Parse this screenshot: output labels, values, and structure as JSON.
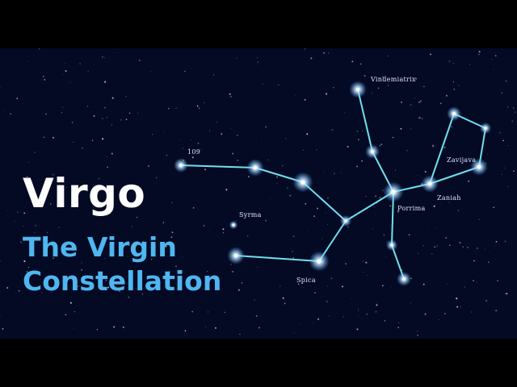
{
  "title": "Virgo",
  "subtitle_line1": "The Virgin",
  "subtitle_line2": "Constellation",
  "colors": {
    "sky": "#040a24",
    "letterbox": "#000000",
    "title": "#ffffff",
    "subtitle": "#4fb6f0",
    "constellation_line": "#6fe0ee",
    "star": "#ffffff"
  },
  "star_labels": {
    "star_109": "109",
    "vindemiatrix": "Vindemiatrix",
    "zavijava": "Zavijava",
    "zaniah": "Zaniah",
    "porrima": "Porrima",
    "syrma": "Syrma",
    "spica": "Spica"
  }
}
